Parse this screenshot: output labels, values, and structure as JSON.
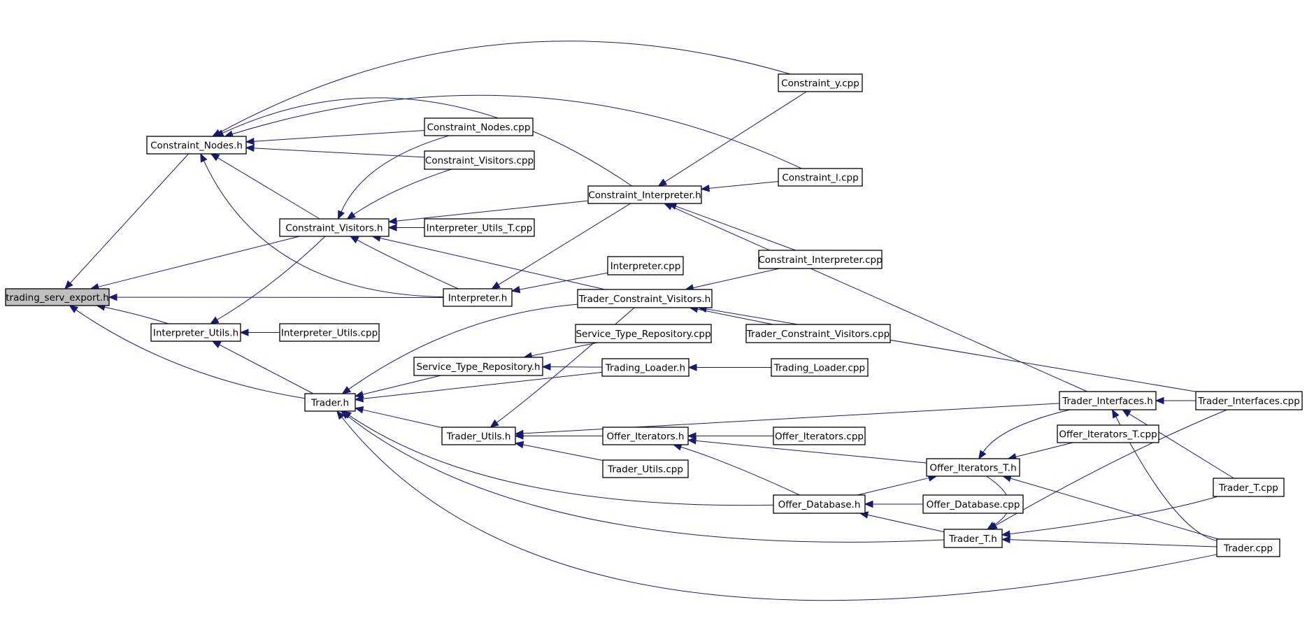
{
  "graph": {
    "title": "",
    "edge_color": "#191970",
    "root_fill": "#bfbfbf",
    "nodes": [
      {
        "id": "trading_serv_export_h",
        "label": "trading_serv_export.h",
        "root": true
      },
      {
        "id": "constraint_nodes_h",
        "label": "Constraint_Nodes.h"
      },
      {
        "id": "constraint_visitors_h",
        "label": "Constraint_Visitors.h"
      },
      {
        "id": "interpreter_utils_h",
        "label": "Interpreter_Utils.h"
      },
      {
        "id": "interpreter_utils_cpp",
        "label": "Interpreter_Utils.cpp"
      },
      {
        "id": "trader_h",
        "label": "Trader.h"
      },
      {
        "id": "constraint_nodes_cpp",
        "label": "Constraint_Nodes.cpp"
      },
      {
        "id": "constraint_visitors_cpp",
        "label": "Constraint_Visitors.cpp"
      },
      {
        "id": "interpreter_utils_t_cpp",
        "label": "Interpreter_Utils_T.cpp"
      },
      {
        "id": "interpreter_h",
        "label": "Interpreter.h"
      },
      {
        "id": "constraint_y_cpp",
        "label": "Constraint_y.cpp"
      },
      {
        "id": "constraint_l_cpp",
        "label": "Constraint_l.cpp"
      },
      {
        "id": "constraint_interpreter_h",
        "label": "Constraint_Interpreter.h"
      },
      {
        "id": "interpreter_cpp",
        "label": "Interpreter.cpp"
      },
      {
        "id": "constraint_interpreter_cpp",
        "label": "Constraint_Interpreter.cpp"
      },
      {
        "id": "trader_constraint_visitors_h",
        "label": "Trader_Constraint_Visitors.h"
      },
      {
        "id": "trader_constraint_visitors_cpp",
        "label": "Trader_Constraint_Visitors.cpp"
      },
      {
        "id": "service_type_repository_h",
        "label": "Service_Type_Repository.h"
      },
      {
        "id": "service_type_repository_cpp",
        "label": "Service_Type_Repository.cpp"
      },
      {
        "id": "trading_loader_h",
        "label": "Trading_Loader.h"
      },
      {
        "id": "trading_loader_cpp",
        "label": "Trading_Loader.cpp"
      },
      {
        "id": "trader_utils_h",
        "label": "Trader_Utils.h"
      },
      {
        "id": "offer_iterators_h",
        "label": "Offer_Iterators.h"
      },
      {
        "id": "offer_iterators_cpp",
        "label": "Offer_Iterators.cpp"
      },
      {
        "id": "trader_utils_cpp",
        "label": "Trader_Utils.cpp"
      },
      {
        "id": "trader_interfaces_h",
        "label": "Trader_Interfaces.h"
      },
      {
        "id": "trader_interfaces_cpp",
        "label": "Trader_Interfaces.cpp"
      },
      {
        "id": "offer_iterators_t_cpp",
        "label": "Offer_Iterators_T.cpp"
      },
      {
        "id": "offer_iterators_t_h",
        "label": "Offer_Iterators_T.h"
      },
      {
        "id": "offer_database_h",
        "label": "Offer_Database.h"
      },
      {
        "id": "offer_database_cpp",
        "label": "Offer_Database.cpp"
      },
      {
        "id": "trader_t_cpp",
        "label": "Trader_T.cpp"
      },
      {
        "id": "trader_t_h",
        "label": "Trader_T.h"
      },
      {
        "id": "trader_cpp",
        "label": "Trader.cpp"
      }
    ],
    "edges": [
      {
        "from": "constraint_nodes_h",
        "to": "trading_serv_export_h"
      },
      {
        "from": "constraint_visitors_h",
        "to": "trading_serv_export_h"
      },
      {
        "from": "interpreter_h",
        "to": "trading_serv_export_h"
      },
      {
        "from": "interpreter_utils_h",
        "to": "trading_serv_export_h"
      },
      {
        "from": "trader_h",
        "to": "trading_serv_export_h"
      },
      {
        "from": "constraint_y_cpp",
        "to": "constraint_nodes_h"
      },
      {
        "from": "constraint_l_cpp",
        "to": "constraint_nodes_h"
      },
      {
        "from": "constraint_interpreter_h",
        "to": "constraint_nodes_h"
      },
      {
        "from": "constraint_nodes_cpp",
        "to": "constraint_nodes_h"
      },
      {
        "from": "constraint_visitors_cpp",
        "to": "constraint_nodes_h"
      },
      {
        "from": "constraint_visitors_h",
        "to": "constraint_nodes_h"
      },
      {
        "from": "interpreter_h",
        "to": "constraint_nodes_h"
      },
      {
        "from": "constraint_nodes_cpp",
        "to": "constraint_visitors_h"
      },
      {
        "from": "constraint_visitors_cpp",
        "to": "constraint_visitors_h"
      },
      {
        "from": "constraint_interpreter_h",
        "to": "constraint_visitors_h"
      },
      {
        "from": "interpreter_utils_t_cpp",
        "to": "constraint_visitors_h"
      },
      {
        "from": "interpreter_h",
        "to": "constraint_visitors_h"
      },
      {
        "from": "trader_constraint_visitors_h",
        "to": "constraint_visitors_h"
      },
      {
        "from": "interpreter_utils_cpp",
        "to": "interpreter_utils_h"
      },
      {
        "from": "constraint_visitors_h",
        "to": "interpreter_utils_h"
      },
      {
        "from": "trader_h",
        "to": "interpreter_utils_h"
      },
      {
        "from": "constraint_y_cpp",
        "to": "constraint_interpreter_h"
      },
      {
        "from": "constraint_l_cpp",
        "to": "constraint_interpreter_h"
      },
      {
        "from": "constraint_interpreter_cpp",
        "to": "constraint_interpreter_h"
      },
      {
        "from": "trader_interfaces_h",
        "to": "constraint_interpreter_h"
      },
      {
        "from": "interpreter_cpp",
        "to": "interpreter_h"
      },
      {
        "from": "constraint_interpreter_h",
        "to": "interpreter_h"
      },
      {
        "from": "constraint_interpreter_cpp",
        "to": "trader_constraint_visitors_h"
      },
      {
        "from": "trader_constraint_visitors_cpp",
        "to": "trader_constraint_visitors_h"
      },
      {
        "from": "trader_interfaces_cpp",
        "to": "trader_constraint_visitors_h"
      },
      {
        "from": "trader_constraint_visitors_h",
        "to": "trader_h"
      },
      {
        "from": "service_type_repository_h",
        "to": "trader_h"
      },
      {
        "from": "trading_loader_h",
        "to": "trader_h"
      },
      {
        "from": "trader_utils_h",
        "to": "trader_h"
      },
      {
        "from": "offer_database_h",
        "to": "trader_h"
      },
      {
        "from": "trader_t_h",
        "to": "trader_h"
      },
      {
        "from": "trader_cpp",
        "to": "trader_h"
      },
      {
        "from": "service_type_repository_cpp",
        "to": "service_type_repository_h"
      },
      {
        "from": "trading_loader_h",
        "to": "service_type_repository_h"
      },
      {
        "from": "trading_loader_cpp",
        "to": "trading_loader_h"
      },
      {
        "from": "trader_constraint_visitors_h",
        "to": "trader_utils_h"
      },
      {
        "from": "offer_iterators_h",
        "to": "trader_utils_h"
      },
      {
        "from": "trader_utils_cpp",
        "to": "trader_utils_h"
      },
      {
        "from": "trader_interfaces_h",
        "to": "trader_utils_h"
      },
      {
        "from": "offer_iterators_cpp",
        "to": "offer_iterators_h"
      },
      {
        "from": "offer_iterators_t_h",
        "to": "offer_iterators_h"
      },
      {
        "from": "offer_database_h",
        "to": "offer_iterators_h"
      },
      {
        "from": "trader_interfaces_cpp",
        "to": "trader_interfaces_h"
      },
      {
        "from": "trader_t_cpp",
        "to": "trader_interfaces_h"
      },
      {
        "from": "trader_cpp",
        "to": "trader_interfaces_h"
      },
      {
        "from": "offer_iterators_t_cpp",
        "to": "offer_iterators_t_h"
      },
      {
        "from": "trader_interfaces_h",
        "to": "offer_iterators_t_h"
      },
      {
        "from": "offer_database_h",
        "to": "offer_iterators_t_h"
      },
      {
        "from": "offer_database_cpp",
        "to": "offer_database_h"
      },
      {
        "from": "trader_t_h",
        "to": "offer_database_h"
      },
      {
        "from": "trader_t_cpp",
        "to": "trader_t_h"
      },
      {
        "from": "trader_cpp",
        "to": "trader_t_h"
      },
      {
        "from": "trader_interfaces_cpp",
        "to": "trader_t_h"
      },
      {
        "from": "offer_iterators_t_h",
        "to": "trader_t_h"
      },
      {
        "from": "trader_cpp",
        "to": "offer_iterators_t_h"
      }
    ]
  }
}
